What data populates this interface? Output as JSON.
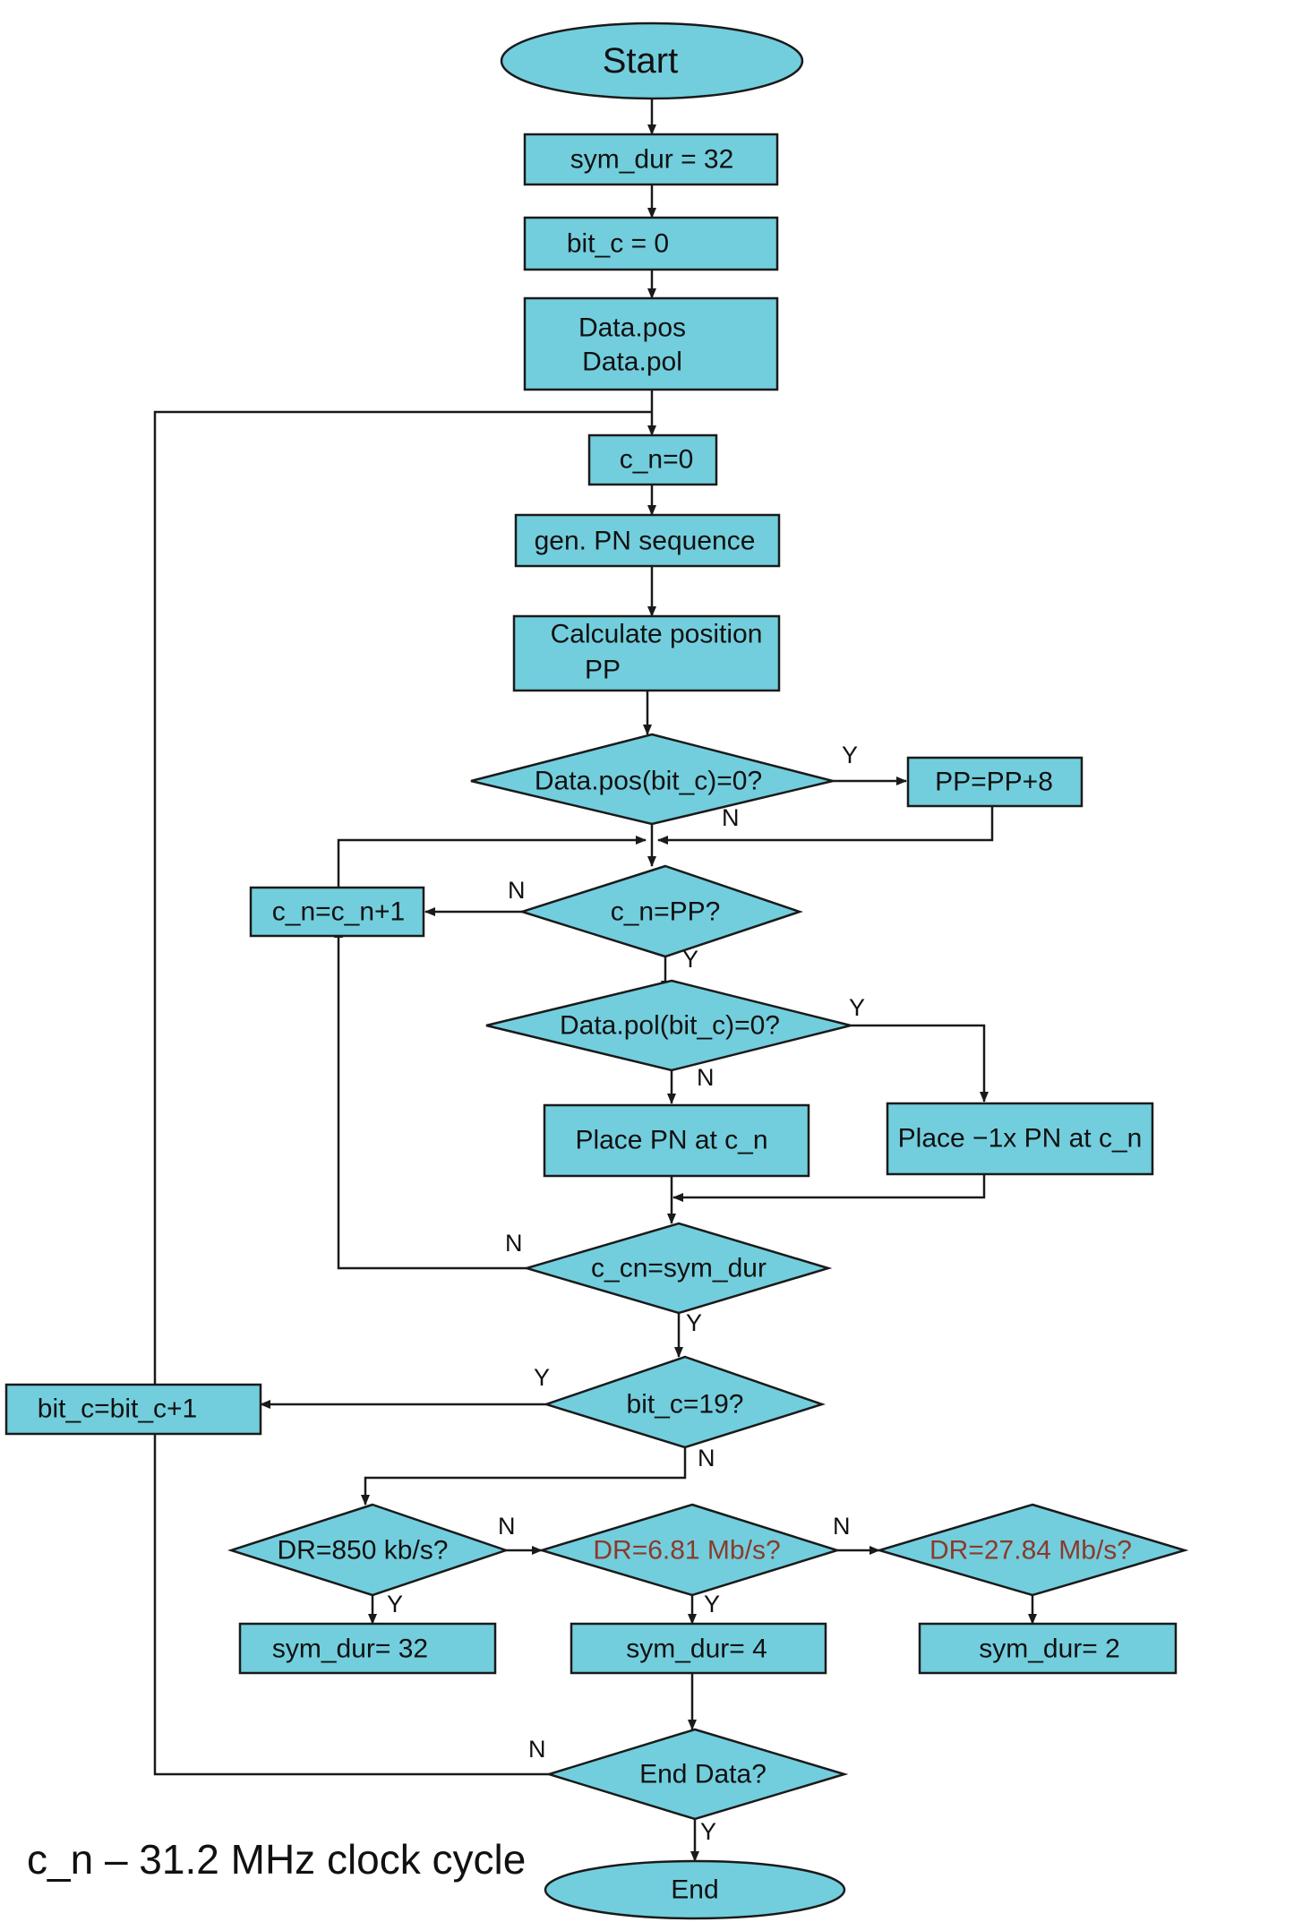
{
  "diagram": {
    "nodes": {
      "start": {
        "label": "Start"
      },
      "sym_init": {
        "label": "sym_dur = 32"
      },
      "bit_init": {
        "label": "bit_c = 0"
      },
      "data": {
        "lines": [
          "Data.pos",
          "Data.pol"
        ]
      },
      "cn_init": {
        "label": "c_n=0"
      },
      "gen_pn": {
        "label": "gen. PN sequence"
      },
      "calc": {
        "lines": [
          "Calculate position",
          "PP"
        ]
      },
      "d_pos": {
        "label": "Data.pos(bit_c)=0?"
      },
      "pp_add": {
        "label": "PP=PP+8"
      },
      "d_cnpp": {
        "label": "c_n=PP?"
      },
      "cn_inc": {
        "label": "c_n=c_n+1"
      },
      "d_pol": {
        "label": "Data.pol(bit_c)=0?"
      },
      "place_pn": {
        "label": "Place PN at c_n"
      },
      "place_neg": {
        "label": "Place −1x PN at c_n"
      },
      "d_cn": {
        "label": "c_cn=sym_dur"
      },
      "d_bit": {
        "label": "bit_c=19?"
      },
      "bit_inc": {
        "label": "bit_c=bit_c+1"
      },
      "d_dr1": {
        "label": "DR=850 kb/s?"
      },
      "d_dr2": {
        "label": "DR=6.81 Mb/s?"
      },
      "d_dr3": {
        "label": "DR=27.84 Mb/s?"
      },
      "sym32": {
        "label": "sym_dur= 32"
      },
      "sym4": {
        "label": "sym_dur= 4"
      },
      "sym2": {
        "label": "sym_dur= 2"
      },
      "d_end": {
        "label": "End Data?"
      },
      "end": {
        "label": "End"
      }
    },
    "branch_labels": {
      "yes": "Y",
      "no": "N"
    },
    "footnote": "c_n – 31.2 MHz clock cycle"
  },
  "colors": {
    "node_fill": "#72cedd",
    "stroke": "#1a1a1a",
    "text": "#111111",
    "highlight_text": "#8b3a2a"
  }
}
